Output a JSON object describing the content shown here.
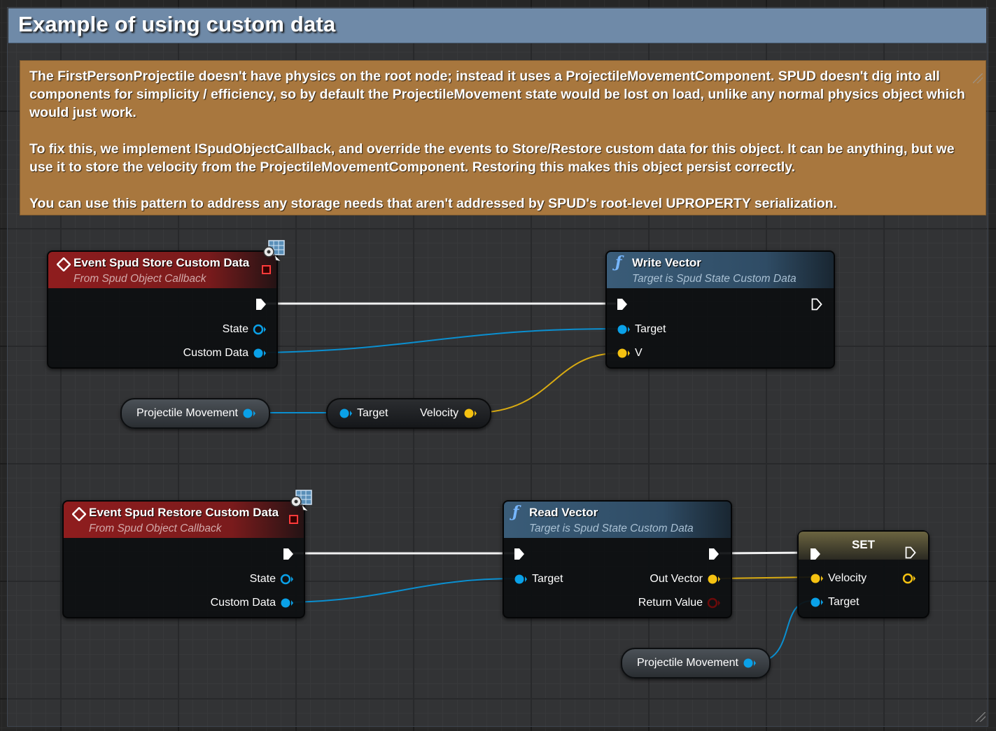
{
  "comment": {
    "title": "Example of using custom data",
    "note_paragraphs": [
      "The FirstPersonProjectile doesn't have physics on the root node; instead it uses a ProjectileMovementComponent. SPUD doesn't dig into all components for simplicity / efficiency, so by default the ProjectileMovement state would be lost on load, unlike any normal physics object which would just work.",
      "To fix this, we implement ISpudObjectCallback, and override the events to Store/Restore custom data for this object. It can be anything, but we use it to store the velocity from the ProjectileMovementComponent. Restoring this makes this object persist correctly.",
      "You can use this pattern to address any storage needs that aren't addressed by SPUD's root-level UPROPERTY serialization."
    ]
  },
  "colors": {
    "exec_wire": "#ffffff",
    "object_pin": "#0aa1e8",
    "vector_pin": "#f5c211",
    "return_value_pin": "#6b0a0a",
    "event_header": "#8f1d1e",
    "function_header": "#3a5c78",
    "note_background": "#a8773e",
    "comment_header": "#6f8aa8"
  },
  "nodes": {
    "store_event": {
      "title": "Event Spud Store Custom Data",
      "subtitle": "From Spud Object Callback",
      "icon": "event-diamond-icon",
      "pins": {
        "state": "State",
        "custom_data": "Custom Data"
      }
    },
    "write_vector": {
      "title": "Write Vector",
      "subtitle": "Target is Spud State Custom Data",
      "icon": "function-icon",
      "pins": {
        "target": "Target",
        "v": "V"
      }
    },
    "projectile_movement_1": {
      "label": "Projectile Movement"
    },
    "get_velocity": {
      "target": "Target",
      "velocity": "Velocity"
    },
    "restore_event": {
      "title": "Event Spud Restore Custom Data",
      "subtitle": "From Spud Object Callback",
      "icon": "event-diamond-icon",
      "pins": {
        "state": "State",
        "custom_data": "Custom Data"
      }
    },
    "read_vector": {
      "title": "Read Vector",
      "subtitle": "Target is Spud State Custom Data",
      "icon": "function-icon",
      "pins": {
        "target": "Target",
        "out_vector": "Out Vector",
        "return_value": "Return Value"
      }
    },
    "set_node": {
      "title": "SET",
      "pins": {
        "velocity": "Velocity",
        "target": "Target"
      }
    },
    "projectile_movement_2": {
      "label": "Projectile Movement"
    }
  }
}
